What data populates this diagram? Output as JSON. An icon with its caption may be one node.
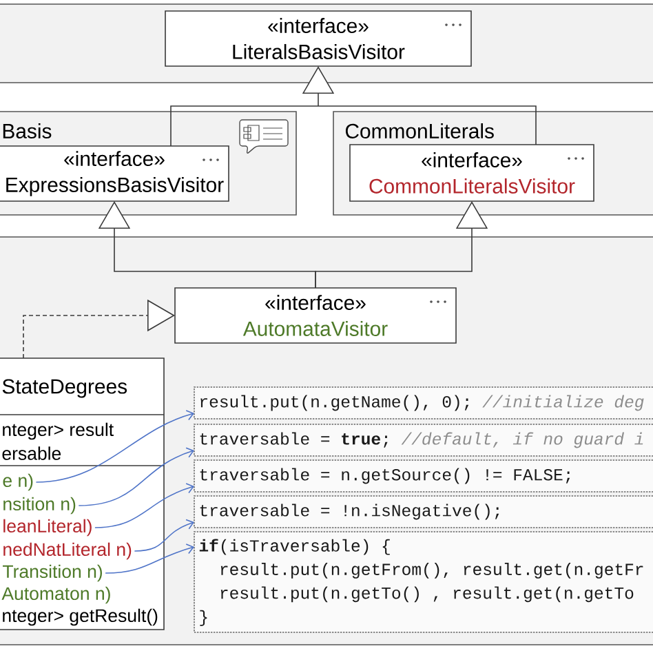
{
  "diagram": {
    "nodes": [
      {
        "text": [],
        "shape": "box"
      },
      {
        "text": [
          "«interface»",
          "LiteralsBasisVisitor"
        ],
        "in": 0
      },
      {
        "text": [
          "Basis"
        ]
      },
      {
        "text": [
          "«interface»",
          "ExpressionsBasisVisitor"
        ],
        "in": 2
      },
      {
        "text": [
          "CommonLiterals"
        ]
      },
      {
        "text": [
          "«interface»",
          "CommonLiteralsVisitor"
        ],
        "in": 4
      },
      {
        "text": [],
        "shape": "box"
      },
      {
        "text": [
          "«interface»",
          "AutomataVisitor"
        ],
        "in": 6
      },
      {
        "text": [
          "StateDegrees",
          "nteger> result",
          "ersable",
          "Automaton n)",
          "nteger> getResult()"
        ],
        "in": 6
      },
      {
        "text": [
          "e n)"
        ],
        "in": 8
      },
      {
        "text": [
          "nsition n)"
        ],
        "in": 8
      },
      {
        "text": [
          "leanLiteral)"
        ],
        "in": 8
      },
      {
        "text": [
          "nedNatLiteral n)"
        ],
        "in": 8
      },
      {
        "text": [
          "Transition n)"
        ],
        "in": 8
      },
      {
        "text": [
          "result.put(n.getName(), 0);",
          "//initialize deg"
        ],
        "in": 6
      },
      {
        "text": [
          "traversable = **true**;",
          "//default, if no guard i"
        ],
        "in": 6
      },
      {
        "text": [
          "traversable = n.getSource() != FALSE;"
        ],
        "in": 6
      },
      {
        "text": [
          "traversable = !n.isNegative();"
        ],
        "in": 6
      },
      {
        "text": [
          "**if**(isTraversable) {",
          "result.put(n.getFrom(), result.get(n.getFr",
          "result.put(n.getTo() , result.get(n.getTo",
          "}"
        ],
        "in": 6
      }
    ],
    "edges": [
      {
        "from": 3,
        "to": 1,
        "arrow": "to"
      },
      {
        "from": 5,
        "to": 1,
        "arrow": "to"
      },
      {
        "from": 7,
        "to": 3,
        "arrow": "to"
      },
      {
        "from": 7,
        "to": 5,
        "arrow": "to"
      },
      {
        "from": 8,
        "to": 7,
        "arrow": "to",
        "style": "dashed"
      },
      {
        "from": 9,
        "to": 14,
        "arrow": "to",
        "color": "#4f74c8"
      },
      {
        "from": 10,
        "to": 15,
        "arrow": "to",
        "color": "#4f74c8"
      },
      {
        "from": 11,
        "to": 16,
        "arrow": "to",
        "color": "#4f74c8"
      },
      {
        "from": 12,
        "to": 17,
        "arrow": "to",
        "color": "#4f74c8"
      },
      {
        "from": 13,
        "to": 18,
        "arrow": "to",
        "color": "#4f74c8"
      }
    ]
  }
}
